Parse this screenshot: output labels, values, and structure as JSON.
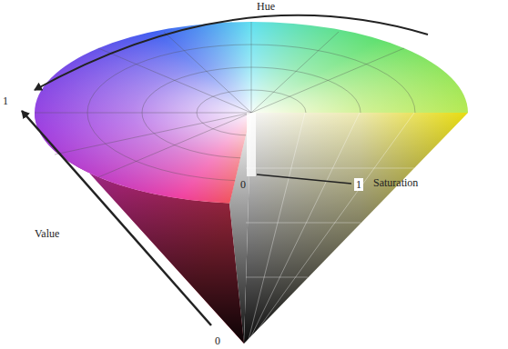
{
  "diagram": {
    "labels": [
      "Hue",
      "1",
      "0",
      "1",
      "Saturation",
      "Value",
      "0"
    ]
  }
}
